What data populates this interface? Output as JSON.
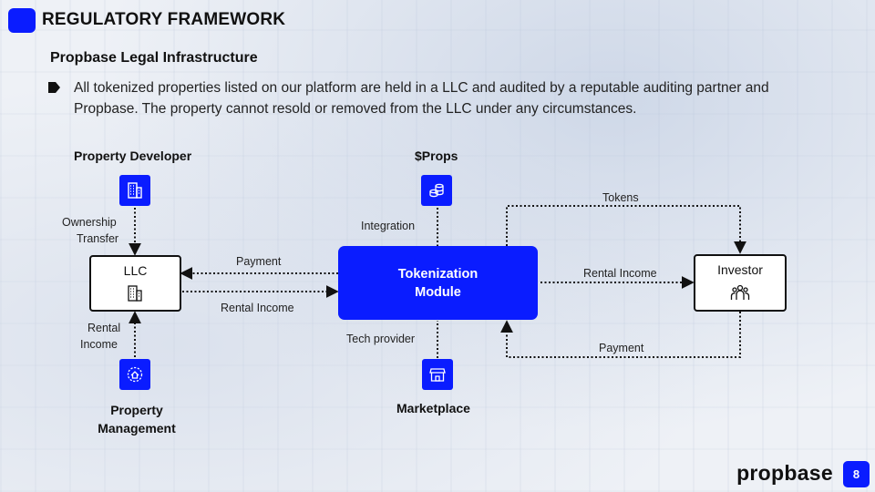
{
  "header": {
    "title": "REGULATORY FRAMEWORK",
    "subtitle": "Propbase Legal Infrastructure",
    "bullet": "All tokenized properties listed on our platform are held in a LLC and audited by a reputable auditing partner and Propbase. The property cannot resold or removed from the LLC under any circumstances."
  },
  "nodes": {
    "property_developer": "Property Developer",
    "props": "$Props",
    "llc": "LLC",
    "module_line1": "Tokenization",
    "module_line2": "Module",
    "investor": "Investor",
    "property_management_line1": "Property",
    "property_management_line2": "Management",
    "marketplace": "Marketplace"
  },
  "edges": {
    "ownership_line1": "Ownership",
    "ownership_line2": "Transfer",
    "integration": "Integration",
    "payment_to_llc": "Payment",
    "rental_income_from_llc": "Rental Income",
    "rental_line1": "Rental",
    "rental_line2": "Income",
    "tech_provider": "Tech provider",
    "tokens": "Tokens",
    "rental_income_to_investor": "Rental Income",
    "payment_from_investor": "Payment"
  },
  "icons": {
    "property_developer": "building-icon",
    "props": "coin-stack-icon",
    "llc": "office-building-icon",
    "investor": "people-group-icon",
    "property_management": "gear-house-icon",
    "marketplace": "storefront-icon"
  },
  "footer": {
    "brand": "propbase",
    "page_number": "8"
  },
  "colors": {
    "accent": "#0a1cff",
    "text": "#111111"
  }
}
